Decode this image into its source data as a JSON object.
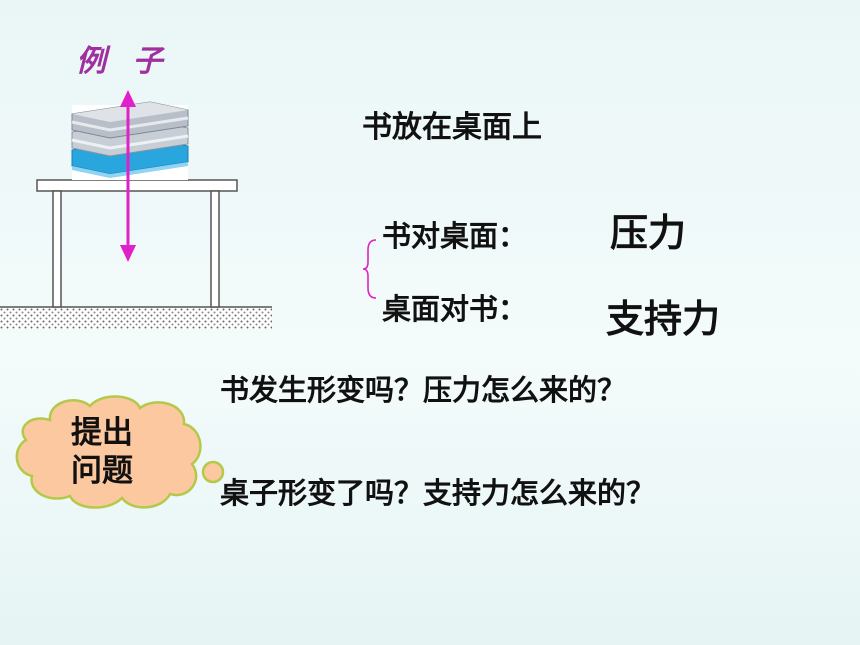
{
  "slide": {
    "title": "例 子",
    "statement": "书放在桌面上",
    "forces": [
      {
        "label": "书对桌面：",
        "value": "压力"
      },
      {
        "label": "桌面对书：",
        "value": "支持力"
      }
    ],
    "cloud_label_line1": "提出",
    "cloud_label_line2": "问题",
    "questions": [
      "书发生形变吗？压力怎么来的？",
      "桌子形变了吗？支持力怎么来的？"
    ]
  },
  "colors": {
    "title": "#a02fa0",
    "arrow": "#e020c8",
    "brace": "#e020c8",
    "cloud_fill": "#fcc8a0",
    "cloud_stroke": "#b4c84a",
    "book_blue": "#2aa6df"
  },
  "icons": {
    "force_arrow": "double-headed-arrow",
    "cloud": "thought-cloud"
  }
}
